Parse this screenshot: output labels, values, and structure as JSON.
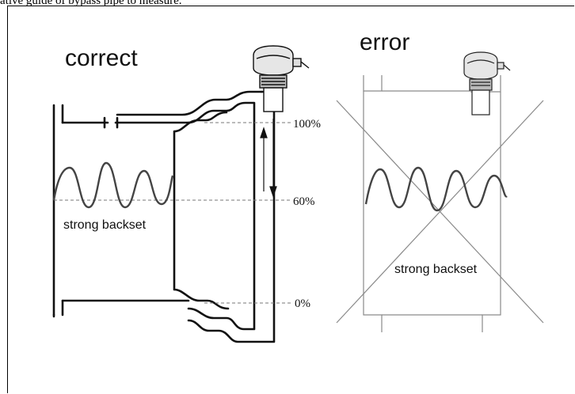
{
  "caption": "ative guide of bypass pipe to measure.",
  "correct": {
    "title": "correct",
    "backset_label": "strong backset",
    "levels": [
      "100%",
      "60%",
      "0%"
    ]
  },
  "error": {
    "title": "error",
    "backset_label": "strong backset"
  }
}
